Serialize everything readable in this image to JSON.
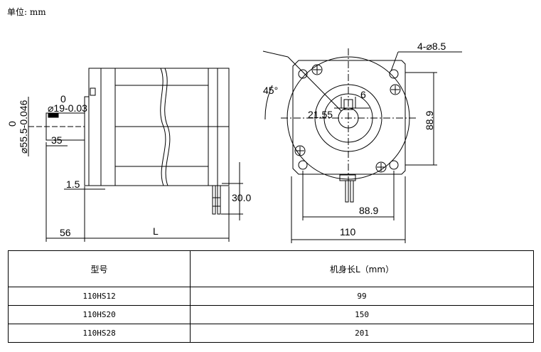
{
  "unit_label": "单位: mm",
  "dimensions": {
    "flange_top_tol": "0",
    "shaft_diameter": "⌀19-0.03",
    "pilot_top_tol": "0",
    "pilot_diameter": "⌀55.5-0.046",
    "shaft_flat": "35",
    "flange_thickness": "1.5",
    "shaft_length": "56",
    "body_length": "L",
    "lead_length": "30.0",
    "angle": "45°",
    "mount_holes": "4-⌀8.5",
    "key_width": "6",
    "key_depth": "21.55",
    "hole_spacing_v": "88.9",
    "hole_spacing_h": "88.9",
    "frame_size": "110"
  },
  "table": {
    "headers": [
      "型号",
      "机身长L（mm）"
    ],
    "rows": [
      [
        "110HS12",
        "99"
      ],
      [
        "110HS20",
        "150"
      ],
      [
        "110HS28",
        "201"
      ]
    ]
  }
}
